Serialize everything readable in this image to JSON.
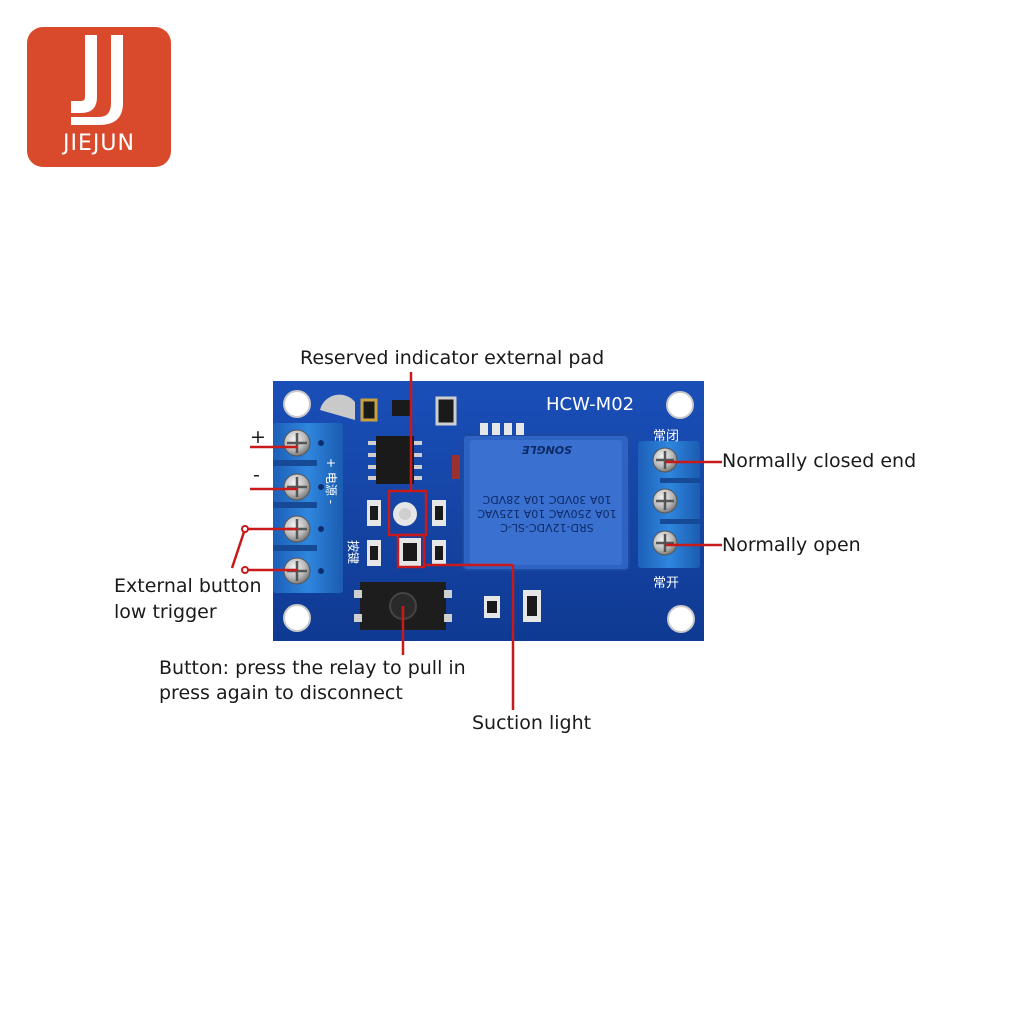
{
  "brand": {
    "logo_text": "JIEJUN",
    "logo_color": "#d9492c"
  },
  "board": {
    "model": "HCW-M02",
    "relay_lines": [
      "SRD-12VDC-SL-C",
      "10A 250VAC 10A 125VAC",
      "10A 30VDC 10A 28VDC"
    ],
    "relay_brand": "SONGLE",
    "nc_chinese": "常闭",
    "no_chinese": "常开",
    "power_chinese": "+ 电源 -",
    "button_chinese": "按键",
    "colors": {
      "pcb": "#123f9c",
      "terminal": "#1f6fc8",
      "relay": "#2e63c4",
      "annotation": "#c81a1a"
    }
  },
  "annotations": {
    "reserved_pad": "Reserved indicator external pad",
    "plus": "+",
    "minus": "-",
    "external_button_line1": "External button",
    "external_button_line2": "low trigger",
    "button_line1": "Button: press the relay to pull in",
    "button_line2": "press again to disconnect",
    "suction_light": "Suction light",
    "normally_closed": "Normally closed end",
    "normally_open": "Normally open"
  }
}
